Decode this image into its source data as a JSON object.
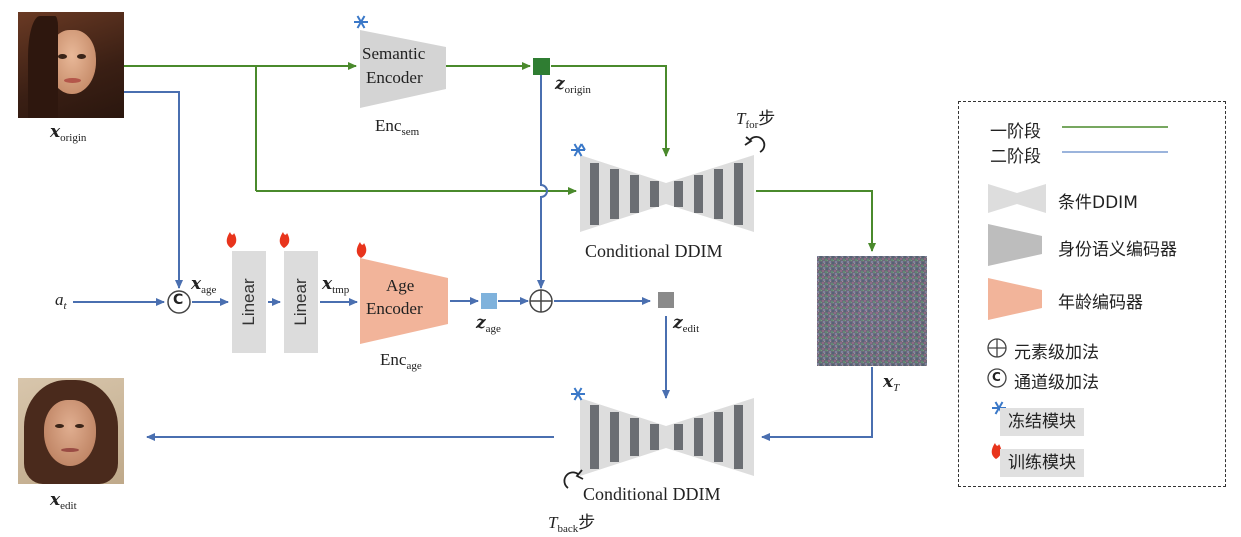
{
  "labels": {
    "x_origin": {
      "main": "x",
      "sub": "origin"
    },
    "x_edit": {
      "main": "x",
      "sub": "edit"
    },
    "x_age": {
      "main": "x",
      "sub": "age"
    },
    "x_tmp": {
      "main": "x",
      "sub": "tmp"
    },
    "x_T": {
      "main": "x",
      "sub": "T"
    },
    "z_origin": {
      "main": "z",
      "sub": "origin"
    },
    "z_age": {
      "main": "z",
      "sub": "age"
    },
    "z_edit": {
      "main": "z",
      "sub": "edit"
    },
    "a_t": {
      "main": "a",
      "sub": "t"
    },
    "enc_sem": {
      "main": "Enc",
      "sub": "sem"
    },
    "enc_age": {
      "main": "Enc",
      "sub": "age"
    },
    "t_for": {
      "main": "T",
      "sub": "for",
      "suffix": "步"
    },
    "t_back": {
      "main": "T",
      "sub": "back",
      "suffix": "步"
    }
  },
  "blocks": {
    "semantic_encoder": [
      "Semantic",
      "Encoder"
    ],
    "age_encoder": [
      "Age",
      "Encoder"
    ],
    "linear_1": "Linear",
    "linear_2": "Linear",
    "conditional_ddim_top": "Conditional DDIM",
    "conditional_ddim_bottom": "Conditional DDIM",
    "concat_symbol": "C"
  },
  "legend": {
    "stage1": "一阶段",
    "stage2": "二阶段",
    "ddim": "条件DDIM",
    "identity_encoder": "身份语义编码器",
    "age_encoder": "年龄编码器",
    "elementwise_add": "元素级加法",
    "channel_concat": "通道级加法",
    "frozen": "冻结模块",
    "trainable": "训练模块"
  },
  "colors": {
    "stage1_green": "#4a8a2c",
    "stage2_blue": "#4a6fb0",
    "encoder_gray": "#d4d4d4",
    "age_encoder_salmon": "#f2b49a",
    "ddim_bar": "#6b6e73",
    "frozen_blue": "#3a78c8",
    "flame_red": "#e8341c"
  }
}
